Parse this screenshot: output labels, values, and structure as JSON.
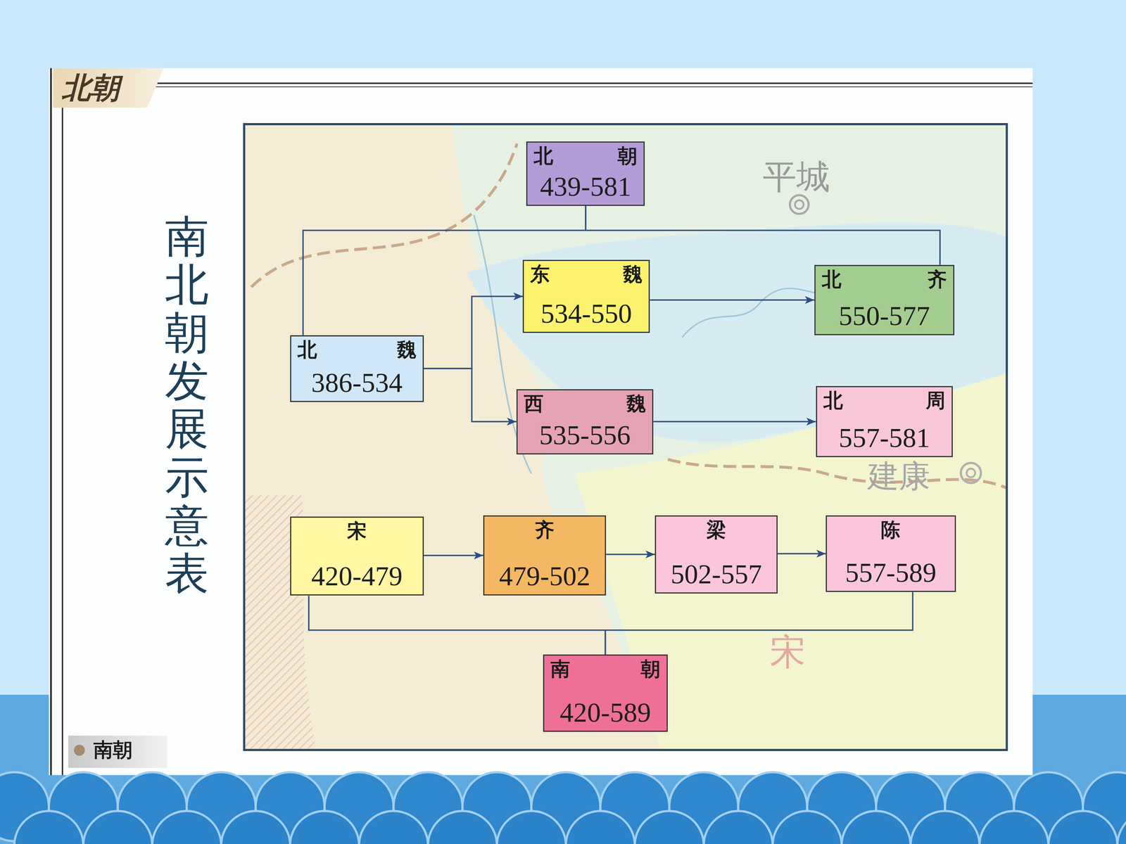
{
  "diagram": {
    "title": "南北朝发展示意表",
    "nodes": [
      {
        "text": [
          "北朝",
          "439-581"
        ]
      },
      {
        "text": [
          "东魏",
          "534-550"
        ]
      },
      {
        "text": [
          "北齐",
          "550-577"
        ]
      },
      {
        "text": [
          "北魏",
          "386-534"
        ]
      },
      {
        "text": [
          "西魏",
          "535-556"
        ]
      },
      {
        "text": [
          "北周",
          "557-581"
        ]
      },
      {
        "text": [
          "宋",
          "420-479"
        ]
      },
      {
        "text": [
          "齐",
          "479-502"
        ]
      },
      {
        "text": [
          "梁",
          "502-557"
        ]
      },
      {
        "text": [
          "陈",
          "557-589"
        ]
      },
      {
        "text": [
          "南朝",
          "420-589"
        ]
      }
    ],
    "edges": [
      {
        "from": 0,
        "to": 3,
        "arrow": "none"
      },
      {
        "from": 0,
        "to": 2,
        "arrow": "none"
      },
      {
        "from": 3,
        "to": 1,
        "arrow": "to"
      },
      {
        "from": 3,
        "to": 4,
        "arrow": "to"
      },
      {
        "from": 1,
        "to": 2,
        "arrow": "to"
      },
      {
        "from": 4,
        "to": 5,
        "arrow": "to"
      },
      {
        "from": 6,
        "to": 7,
        "arrow": "to"
      },
      {
        "from": 7,
        "to": 8,
        "arrow": "to"
      },
      {
        "from": 8,
        "to": 9,
        "arrow": "to"
      },
      {
        "from": 6,
        "to": 10,
        "arrow": "none"
      },
      {
        "from": 9,
        "to": 10,
        "arrow": "none"
      }
    ],
    "labels": [
      "北朝",
      "平城",
      "建康",
      "宋"
    ],
    "legend": [
      {
        "text": "南朝",
        "color": "#a58a6e"
      }
    ]
  }
}
